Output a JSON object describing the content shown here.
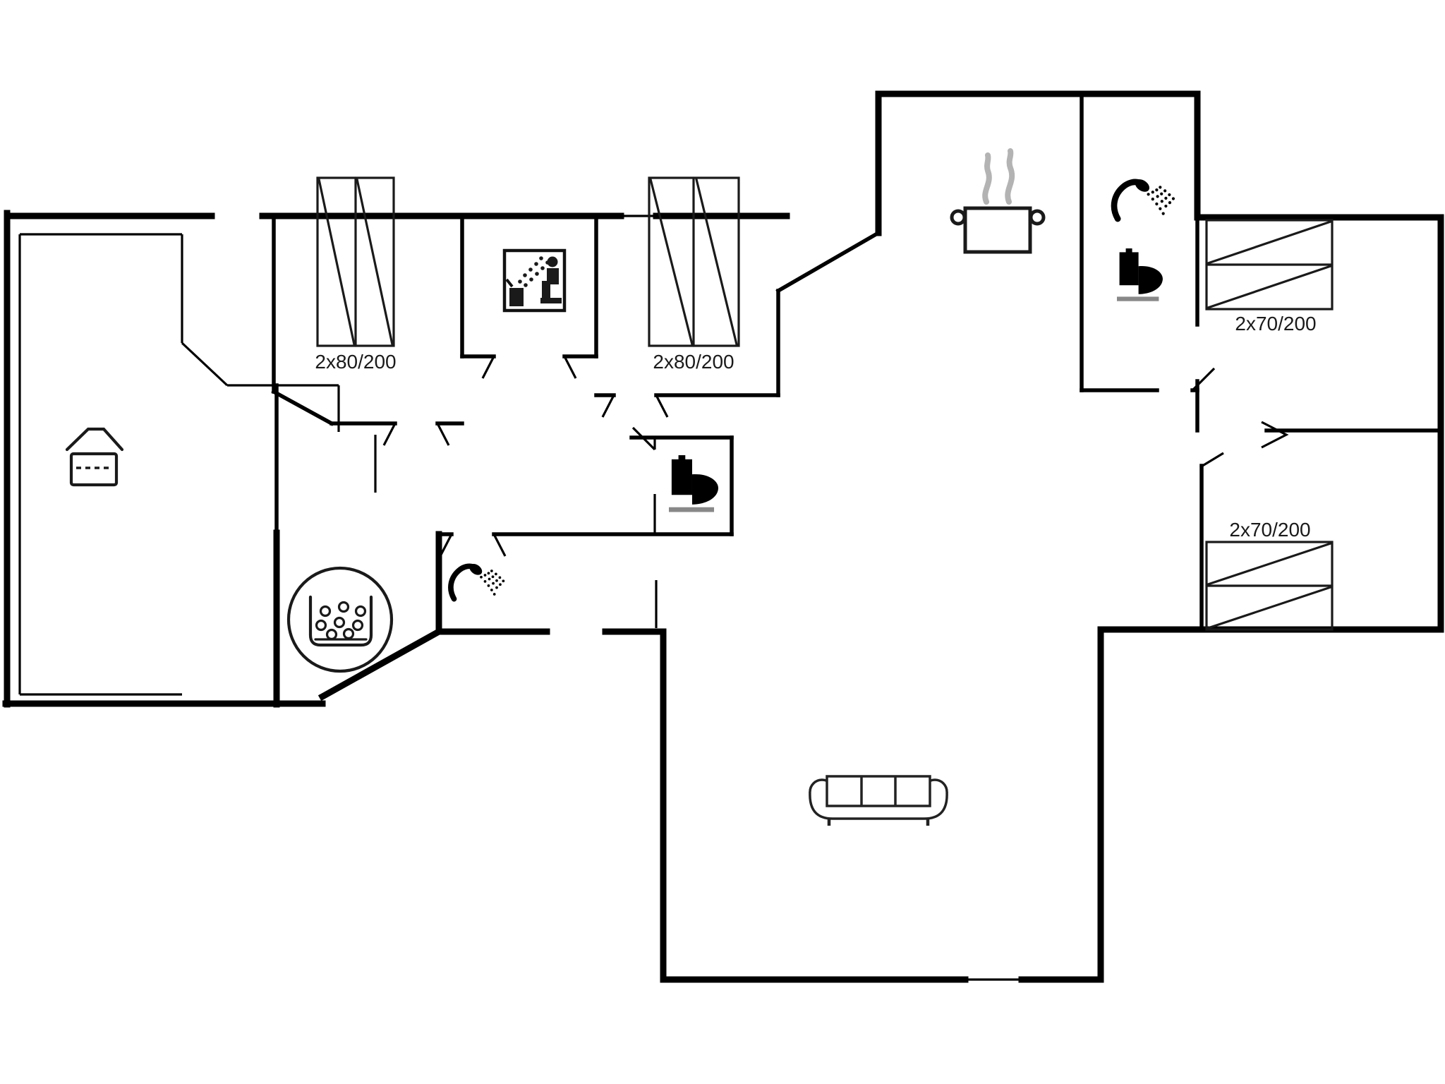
{
  "plan": {
    "bed_labels": {
      "bedroom1": "2x80/200",
      "bedroom2": "2x80/200",
      "bunkroom_top": "2x70/200",
      "bunkroom_bottom": "2x70/200"
    },
    "colors": {
      "wall": "#000000",
      "furniture": "#1a1a1a",
      "steam": "#b3b3b3",
      "label": "#1a1a1a",
      "background": "#ffffff"
    },
    "icons": [
      "shed-icon",
      "whirlpool-icon",
      "shower-icon",
      "toilet-icon",
      "sauna-icon",
      "cooking-pot-icon",
      "sofa-icon",
      "bed-icon",
      "bunk-bed-icon"
    ]
  }
}
